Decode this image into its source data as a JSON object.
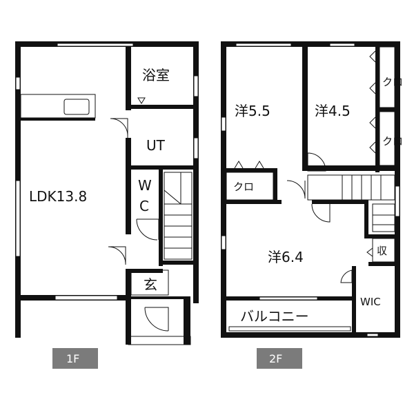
{
  "floor1": {
    "badge": "1F",
    "rooms": {
      "ldk": "LDK13.8",
      "bath": "浴室",
      "ut": "UT",
      "wc_top": "W",
      "wc_bottom": "C",
      "entrance": "玄"
    }
  },
  "floor2": {
    "badge": "2F",
    "rooms": {
      "western_a": "洋5.5",
      "western_b": "洋4.5",
      "western_c": "洋6.4",
      "closet_a": "クロ",
      "closet_b": "クロ",
      "closet_c": "クロ",
      "storage": "収",
      "wic": "WIC",
      "balcony": "バルコニー"
    }
  },
  "colors": {
    "wall": "#111111",
    "badge_bg": "#7b7b7b",
    "badge_text": "#ffffff"
  }
}
